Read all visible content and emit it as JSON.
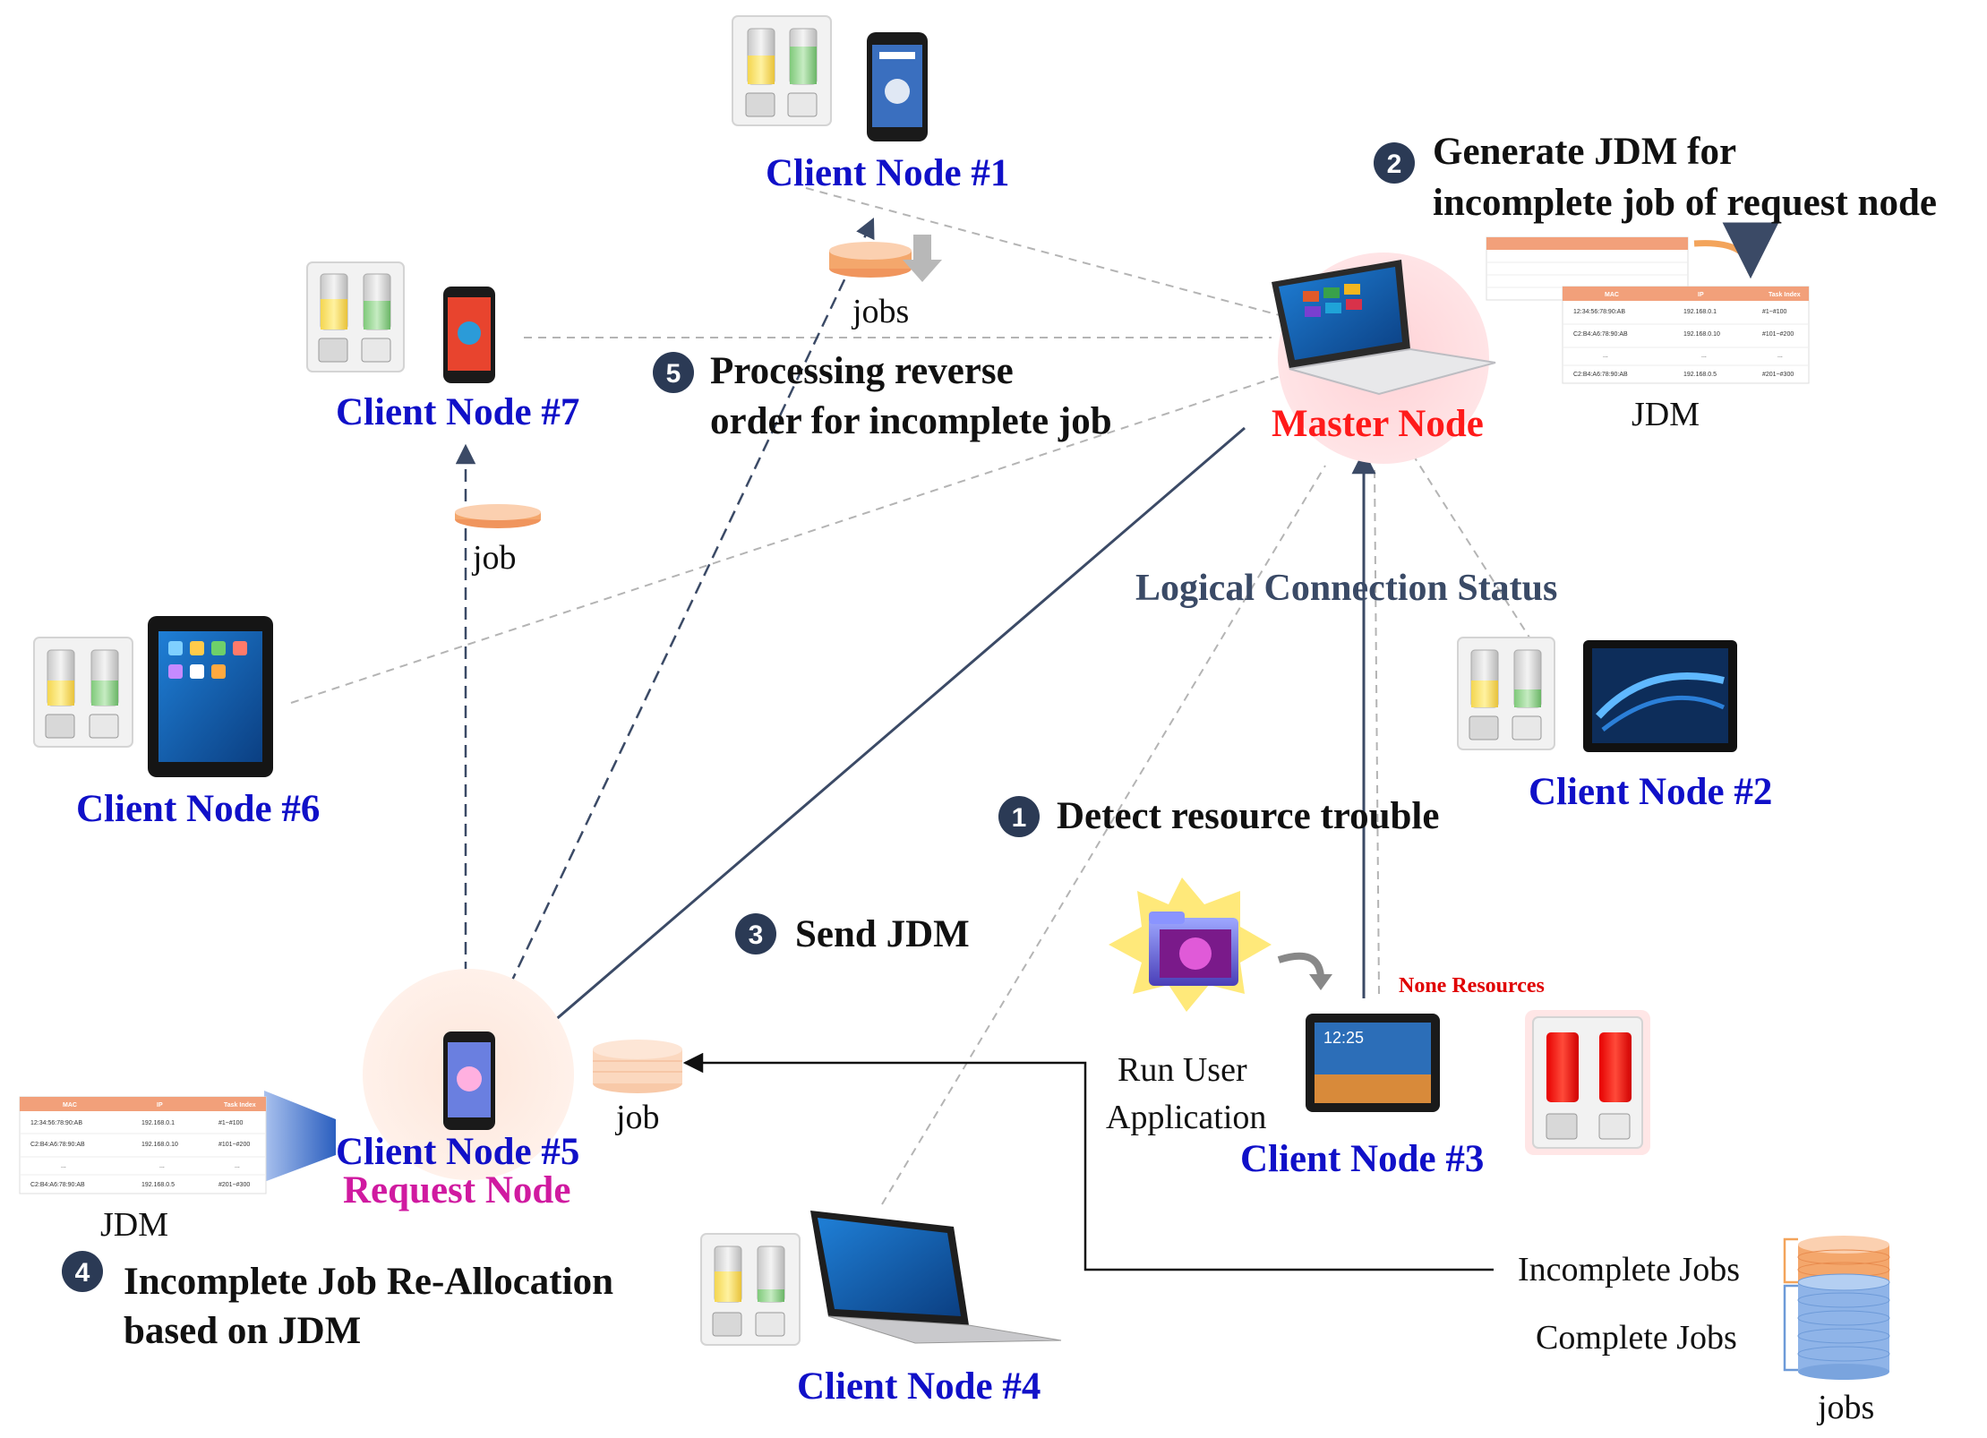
{
  "nodes": {
    "client1": "Client Node #1",
    "client2": "Client Node #2",
    "client3": "Client Node #3",
    "client4": "Client Node #4",
    "client5": "Client Node #5",
    "client6": "Client Node #6",
    "client7": "Client Node #7",
    "master": "Master Node",
    "request": "Request Node"
  },
  "steps": {
    "s1": {
      "num": "1",
      "text": "Detect resource trouble"
    },
    "s2": {
      "num": "2",
      "line1": "Generate JDM for",
      "line2": "incomplete job of request node"
    },
    "s3": {
      "num": "3",
      "text": "Send JDM"
    },
    "s4": {
      "num": "4",
      "line1": "Incomplete Job Re-Allocation",
      "line2": "based on JDM"
    },
    "s5": {
      "num": "5",
      "line1": "Processing reverse",
      "line2": "order  for incomplete job"
    }
  },
  "labels": {
    "logical_connection": "Logical Connection Status",
    "none_resources": "None Resources",
    "run_user_app_1": "Run User",
    "run_user_app_2": "Application",
    "jdm_master": "JDM",
    "jdm_request": "JDM",
    "jobs_top": "jobs",
    "job_client7": "job",
    "job_request": "job",
    "incomplete_jobs": "Incomplete Jobs",
    "complete_jobs": "Complete Jobs",
    "jobs_stack": "jobs"
  },
  "jdm_table": {
    "headers": [
      "MAC",
      "IP",
      "Task Index"
    ],
    "rows": [
      [
        "12:34:56:78:90:AB",
        "192.168.0.1",
        "#1~#100"
      ],
      [
        "C2:B4:A6:78:90:AB",
        "192.168.0.10",
        "#101~#200"
      ],
      [
        "...",
        "...",
        "..."
      ],
      [
        "C2:B4:A6:78:90:AB",
        "192.168.0.5",
        "#201~#300"
      ]
    ]
  },
  "colors": {
    "node_blue": "#1010c8",
    "master_red": "#ff1a1a",
    "request_magenta": "#d01aa0",
    "badge": "#2b3a55",
    "arrow": "#3b4a66",
    "job_orange": "#f4a76c",
    "job_blue": "#8fb4e8"
  }
}
